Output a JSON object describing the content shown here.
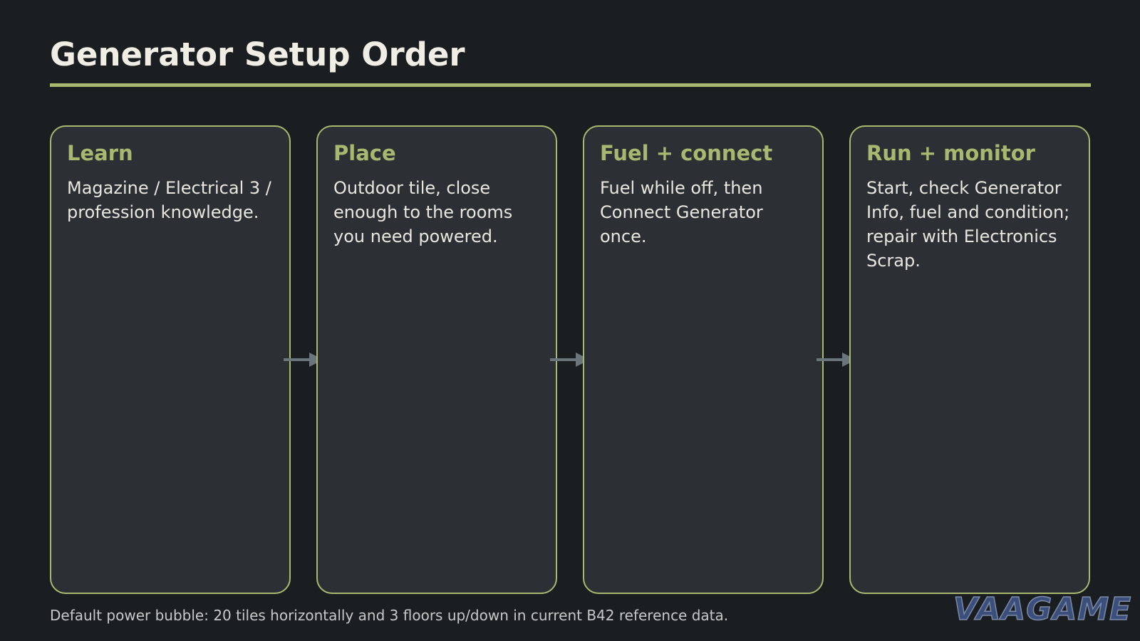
{
  "title": "Generator Setup Order",
  "colors": {
    "background": "#1b1e21",
    "accent": "#a8b86e",
    "card": "#2c3035",
    "arrow": "#6b757c"
  },
  "steps": [
    {
      "title": "Learn",
      "text": "Magazine / Electrical 3 / profession knowledge."
    },
    {
      "title": "Place",
      "text": "Outdoor tile, close enough to the rooms you need powered."
    },
    {
      "title": "Fuel + connect",
      "text": "Fuel while off, then Connect Generator once."
    },
    {
      "title": "Run + monitor",
      "text": "Start, check Generator Info, fuel and condition; repair with Electronics Scrap."
    }
  ],
  "footer": "Default power bubble: 20 tiles horizontally and 3 floors up/down in current B42 reference data.",
  "logo": "VAAGAME"
}
